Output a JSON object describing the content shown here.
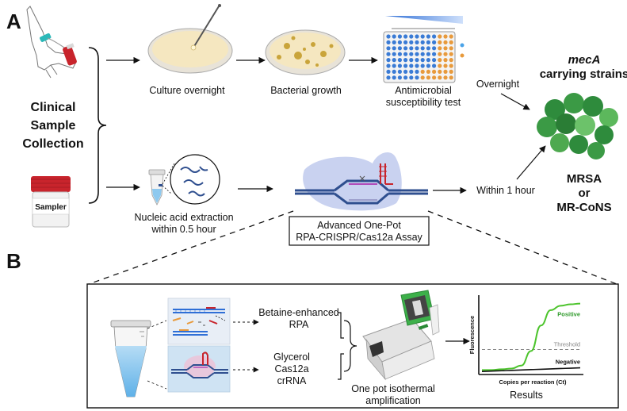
{
  "panel_a": {
    "letter": "A",
    "clinical": [
      "Clinical",
      "Sample",
      "Collection"
    ],
    "sampler_label": "Sampler",
    "culture_label": "Culture overnight",
    "growth_label": "Bacterial growth",
    "ast_label": [
      "Antimicrobial",
      "susceptibility test"
    ],
    "overnight_label": "Overnight",
    "meca_italic": "mecA",
    "carrying_label": "carrying strains",
    "result_lines": [
      "MRSA",
      "or",
      "MR-CoNS"
    ],
    "extraction_label": [
      "Nucleic acid extraction",
      "within 0.5 hour"
    ],
    "assay_label": [
      "Advanced One-Pot",
      "RPA-CRISPR/Cas12a Assay"
    ],
    "within_label": "Within 1 hour"
  },
  "panel_b": {
    "letter": "B",
    "rpa_label": [
      "Betaine-enhanced",
      "RPA"
    ],
    "cas_label": [
      "Glycerol",
      "Cas12a",
      "crRNA"
    ],
    "machine_label": [
      "One pot isothermal",
      "amplification"
    ]
  },
  "chart_data": {
    "type": "line",
    "title": "Results",
    "xlabel": "Copies per reaction (Ct)",
    "ylabel": "Fluorescence",
    "annotations": [
      "Threshold"
    ],
    "series": [
      {
        "name": "Positive",
        "color": "#4cc42c",
        "x": [
          0,
          1,
          2,
          3,
          4,
          5,
          6,
          7,
          8,
          9,
          10
        ],
        "y": [
          0.04,
          0.04,
          0.05,
          0.06,
          0.1,
          0.3,
          0.65,
          0.86,
          0.92,
          0.94,
          0.95
        ]
      },
      {
        "name": "Negative",
        "color": "#111111",
        "x": [
          0,
          1,
          2,
          3,
          4,
          5,
          6,
          7,
          8,
          9,
          10
        ],
        "y": [
          0.02,
          0.025,
          0.03,
          0.035,
          0.04,
          0.045,
          0.05,
          0.055,
          0.06,
          0.065,
          0.07
        ]
      }
    ],
    "threshold": 0.32,
    "xlim": [
      0,
      10
    ],
    "ylim": [
      0,
      1
    ]
  },
  "colors": {
    "green_dark": "#2e8b3c",
    "green_light": "#5cb85c",
    "blue_plate": "#3a7bd5",
    "orange_plate": "#e89a3c",
    "cap_red": "#c8242c",
    "tube_blue": "#8ec9ef",
    "assay_blob": "#c9d2f0",
    "machine_green": "#3db04a"
  }
}
